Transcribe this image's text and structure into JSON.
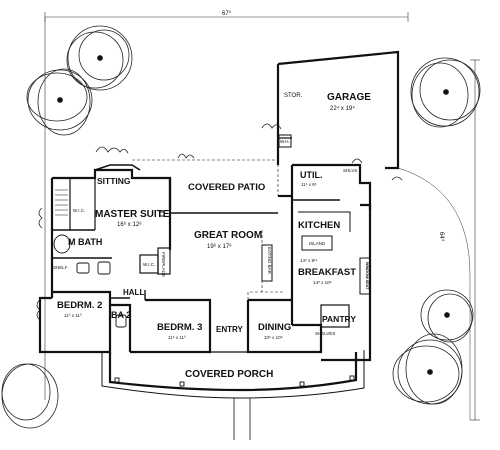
{
  "dimensions": {
    "width_total": "67",
    "width_inches": "0",
    "depth_total": "64",
    "depth_inches": "4"
  },
  "rooms": {
    "garage": {
      "name": "GARAGE",
      "size": "22⁴ x 19⁴"
    },
    "storage": {
      "name": "STOR."
    },
    "wh": {
      "name": "W.H."
    },
    "utility": {
      "name": "UTIL.",
      "size": "11⁶ x 6⁶"
    },
    "shelves_util": {
      "name": "SHLVS"
    },
    "sitting": {
      "name": "SITTING"
    },
    "covered_patio": {
      "name": "COVERED PATIO"
    },
    "master_suite": {
      "name": "MASTER SUITE",
      "size": "16⁶ x 12⁸"
    },
    "wic_master": {
      "name": "W.I.C."
    },
    "m_bath": {
      "name": "M BATH"
    },
    "shelf": {
      "name": "SHELF"
    },
    "wic_small": {
      "name": "W.I.C."
    },
    "fireplace": {
      "name": "FIREPLACE"
    },
    "great_room": {
      "name": "GREAT ROOM",
      "size": "19⁶ x 17⁸"
    },
    "kitchen": {
      "name": "KITCHEN"
    },
    "island": {
      "name": "ISLAND"
    },
    "eat_bar": {
      "name": "EATING BAR"
    },
    "breakfast": {
      "name": "BREAKFAST",
      "size": "14⁸ x 10⁸"
    },
    "window_seat": {
      "name": "WINDOW SEAT"
    },
    "kb_dims": {
      "size": "14⁸ x 9¹¹"
    },
    "hall": {
      "name": "HALL"
    },
    "bedrm2": {
      "name": "BEDRM. 2",
      "size": "11⁰ x 11⁰"
    },
    "ba2": {
      "name": "BA 2"
    },
    "bedrm3": {
      "name": "BEDRM. 3",
      "size": "11⁸ x 11⁰"
    },
    "entry": {
      "name": "ENTRY"
    },
    "dining": {
      "name": "DINING",
      "size": "10⁶ x 10⁸"
    },
    "pantry": {
      "name": "PANTRY"
    },
    "shelves": {
      "name": "SHELVES"
    },
    "covered_porch": {
      "name": "COVERED PORCH"
    }
  },
  "colors": {
    "line": "#111111",
    "paper": "#ffffff"
  }
}
